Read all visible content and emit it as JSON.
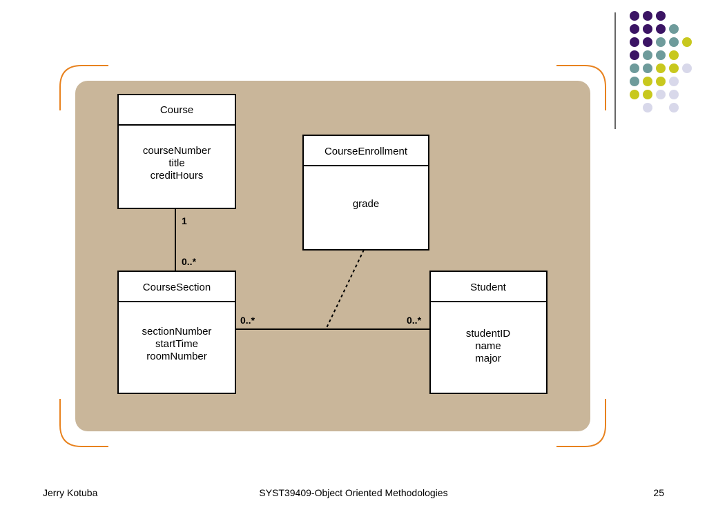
{
  "colors": {
    "panel": "#c9b69a",
    "bracket": "#e8821e",
    "dot_purple": "#3b1464",
    "dot_teal": "#6e9b9b",
    "dot_yellow": "#c8c81e",
    "dot_lavender": "#d8d8ea",
    "line": "#000000",
    "box_fill": "#ffffff"
  },
  "decoration": {
    "dot_grid": [
      [
        "purple",
        "purple",
        "purple",
        null,
        null
      ],
      [
        "purple",
        "purple",
        "purple",
        "teal",
        null
      ],
      [
        "purple",
        "purple",
        "teal",
        "teal",
        "yellow"
      ],
      [
        "purple",
        "teal",
        "teal",
        "yellow",
        null
      ],
      [
        "teal",
        "teal",
        "yellow",
        "yellow",
        "lavender"
      ],
      [
        "teal",
        "yellow",
        "yellow",
        "lavender",
        null
      ],
      [
        "yellow",
        "yellow",
        "lavender",
        "lavender",
        null
      ],
      [
        null,
        "lavender",
        null,
        "lavender",
        null
      ]
    ]
  },
  "diagram": {
    "classes": {
      "course": {
        "name": "Course",
        "attributes": [
          "courseNumber",
          "title",
          "creditHours"
        ]
      },
      "course_enrollment": {
        "name": "CourseEnrollment",
        "attributes": [
          "grade"
        ]
      },
      "course_section": {
        "name": "CourseSection",
        "attributes": [
          "sectionNumber",
          "startTime",
          "roomNumber"
        ]
      },
      "student": {
        "name": "Student",
        "attributes": [
          "studentID",
          "name",
          "major"
        ]
      }
    },
    "associations": {
      "course_section": {
        "course_end": "1",
        "section_end": "0..*"
      },
      "section_student": {
        "section_end": "0..*",
        "student_end": "0..*"
      }
    }
  },
  "footer": {
    "author": "Jerry Kotuba",
    "course_title": "SYST39409-Object Oriented Methodologies",
    "page_number": "25"
  }
}
